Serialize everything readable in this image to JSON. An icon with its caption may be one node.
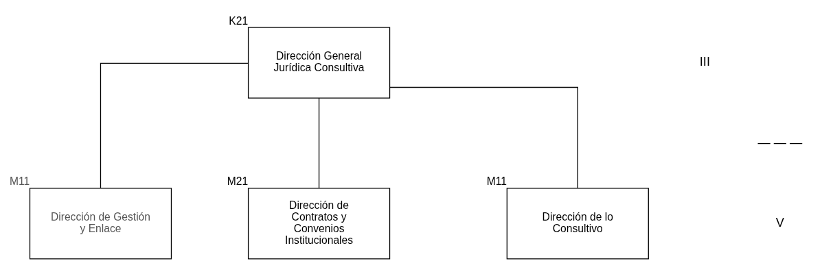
{
  "diagram": {
    "nodes": [
      {
        "text": [
          "Dirección General Jurídica Consultiva"
        ],
        "beside": [
          "K21"
        ]
      },
      {
        "text": [
          "Dirección de lo Consultivo"
        ],
        "beside": [
          "M11"
        ]
      },
      {
        "text": [
          "Dirección de Contratos y Convenios Institucionales"
        ],
        "beside": [
          "M21"
        ]
      },
      {
        "text": [
          "Dirección de Gestión y Enlace"
        ],
        "beside": [
          "M11"
        ]
      }
    ],
    "edges": [
      {
        "from": 0,
        "to": 1,
        "arrow": "none"
      },
      {
        "from": 0,
        "to": 2,
        "arrow": "none"
      },
      {
        "from": 0,
        "to": 3,
        "arrow": "none"
      }
    ],
    "labels": [
      "III",
      "— — —",
      "V"
    ]
  }
}
